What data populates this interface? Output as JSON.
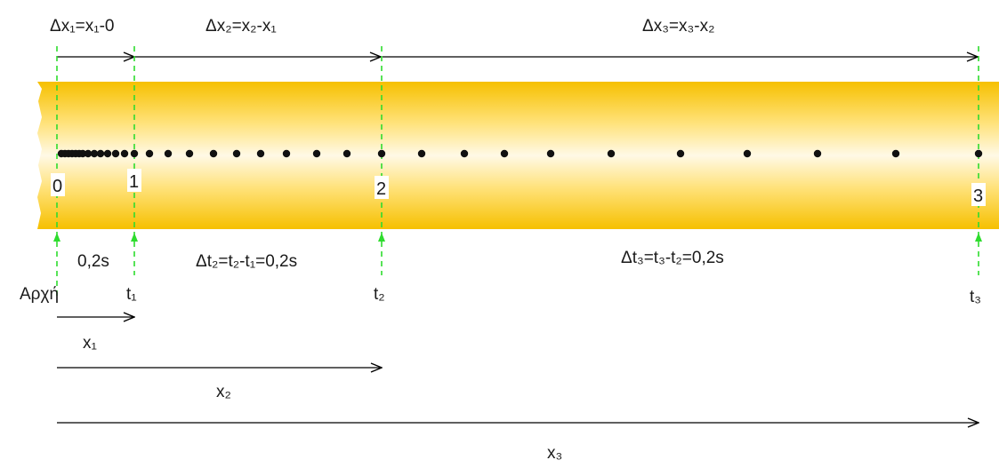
{
  "colors": {
    "tape_center": "#fff9e6",
    "tape_mid": "#ffe27a",
    "tape_edge": "#f6c000",
    "marker_line": "#2edc2e",
    "dot": "#111111",
    "arrow": "#000000"
  },
  "top_intervals": {
    "dx1": "Δx₁=x₁-0",
    "dx2": "Δx₂=x₂-x₁",
    "dx3": "Δx₃=x₃-x₂"
  },
  "points": {
    "p0": "0",
    "p1": "1",
    "p2": "2",
    "p3": "3"
  },
  "time_intervals": {
    "dt1": "0,2s",
    "dt2": "Δt₂=t₂-t₁=0,2s",
    "dt3": "Δt₃=t₃-t₂=0,2s"
  },
  "times": {
    "start": "Αρχή",
    "t1": "t₁",
    "t2": "t₂",
    "t3": "t₃"
  },
  "positions": {
    "x1": "x₁",
    "x2": "x₂",
    "x3": "x₃"
  },
  "dot_count": 32
}
